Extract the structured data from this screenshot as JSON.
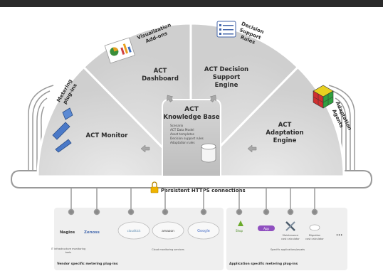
{
  "segments": {
    "monitor": "ACT Monitor",
    "dashboard_l1": "ACT",
    "dashboard_l2": "Dashboard",
    "decision_l1": "ACT Decision",
    "decision_l2": "Support",
    "decision_l3": "Engine",
    "adaptation_l1": "ACT",
    "adaptation_l2": "Adaptation",
    "adaptation_l3": "Engine"
  },
  "addons": {
    "metering_l1": "Metering",
    "metering_l2": "plug-ins",
    "visualization_l1": "Visualization",
    "visualization_l2": "Add-ons",
    "decision_rules_l1": "Decision",
    "decision_rules_l2": "Support",
    "decision_rules_l3": "Rules",
    "adaptation_agents_l1": "Adaptation",
    "adaptation_agents_l2": "Agents"
  },
  "kb": {
    "title_l1": "ACT",
    "title_l2": "Knowledge Base",
    "items": [
      "Scenario",
      "ACT Data Model",
      "Asset templates",
      "Decision support rules",
      "Adaptation rules"
    ]
  },
  "connection": {
    "label": "Persistent HTTPS connections"
  },
  "vendor_panel": {
    "title": "Vendor specific metering plug-ins",
    "logo_nagios": "Nagios",
    "logo_zenoss": "Zenoss",
    "logo_cloudkick": "cloudkick",
    "logo_amazon": "amazon",
    "logo_google": "Google",
    "infra_caption_l1": "IT infrastructure monitoring",
    "infra_caption_l2": "tools",
    "cloud_caption": "Cloud monitoring services"
  },
  "app_panel": {
    "title": "Application specific metering plug-ins",
    "logo_shop": "Shop",
    "logo_app": "App",
    "maint_l1": "Maintenance",
    "maint_l2": "cost calculator",
    "migr_l1": "Migration",
    "migr_l2": "cost calculator",
    "ellipsis": "...",
    "specific_caption": "Specific applications/assets"
  },
  "colors": {
    "segment_fill": "#d8d8d8",
    "segment_stroke": "#ffffff",
    "kb_fill": "#c8c8c8",
    "plugin_panel": "#efefef",
    "cable": "#9a9a9a",
    "lock": "#f0b400",
    "title_text": "#2b2b2b"
  }
}
